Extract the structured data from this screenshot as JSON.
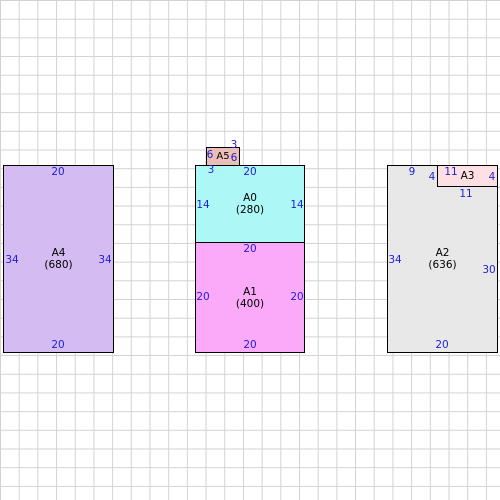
{
  "rooms": [
    {
      "id": "A4",
      "name": "A4",
      "area": "(680)",
      "color": "#d4bbf2",
      "dims": {
        "top": "20",
        "bottom": "20",
        "left": "34",
        "right": "34"
      }
    },
    {
      "id": "A0",
      "name": "A0",
      "area": "(280)",
      "color": "#aef7f7",
      "dims": {
        "top": "20",
        "left": "14",
        "right": "14"
      }
    },
    {
      "id": "A1",
      "name": "A1",
      "area": "(400)",
      "color": "#fbaaf9",
      "dims": {
        "top": "20",
        "bottom": "20",
        "left": "20",
        "right": "20"
      }
    },
    {
      "id": "A5",
      "name": "A5",
      "area": "",
      "color": "#e9bfb8",
      "dims": {
        "top": "3",
        "bottom": "3",
        "left": "6",
        "right": "6"
      }
    },
    {
      "id": "A2",
      "name": "A2",
      "area": "(636)",
      "color": "#e8e8e8",
      "dims": {
        "bottom": "20",
        "left": "34",
        "right": "30",
        "top_left": "9",
        "notch_left": "4",
        "notch_bottom": "11"
      }
    },
    {
      "id": "A3",
      "name": "A3",
      "area": "",
      "color": "#fde0e4",
      "dims": {
        "left": "11",
        "right": "4"
      }
    }
  ]
}
